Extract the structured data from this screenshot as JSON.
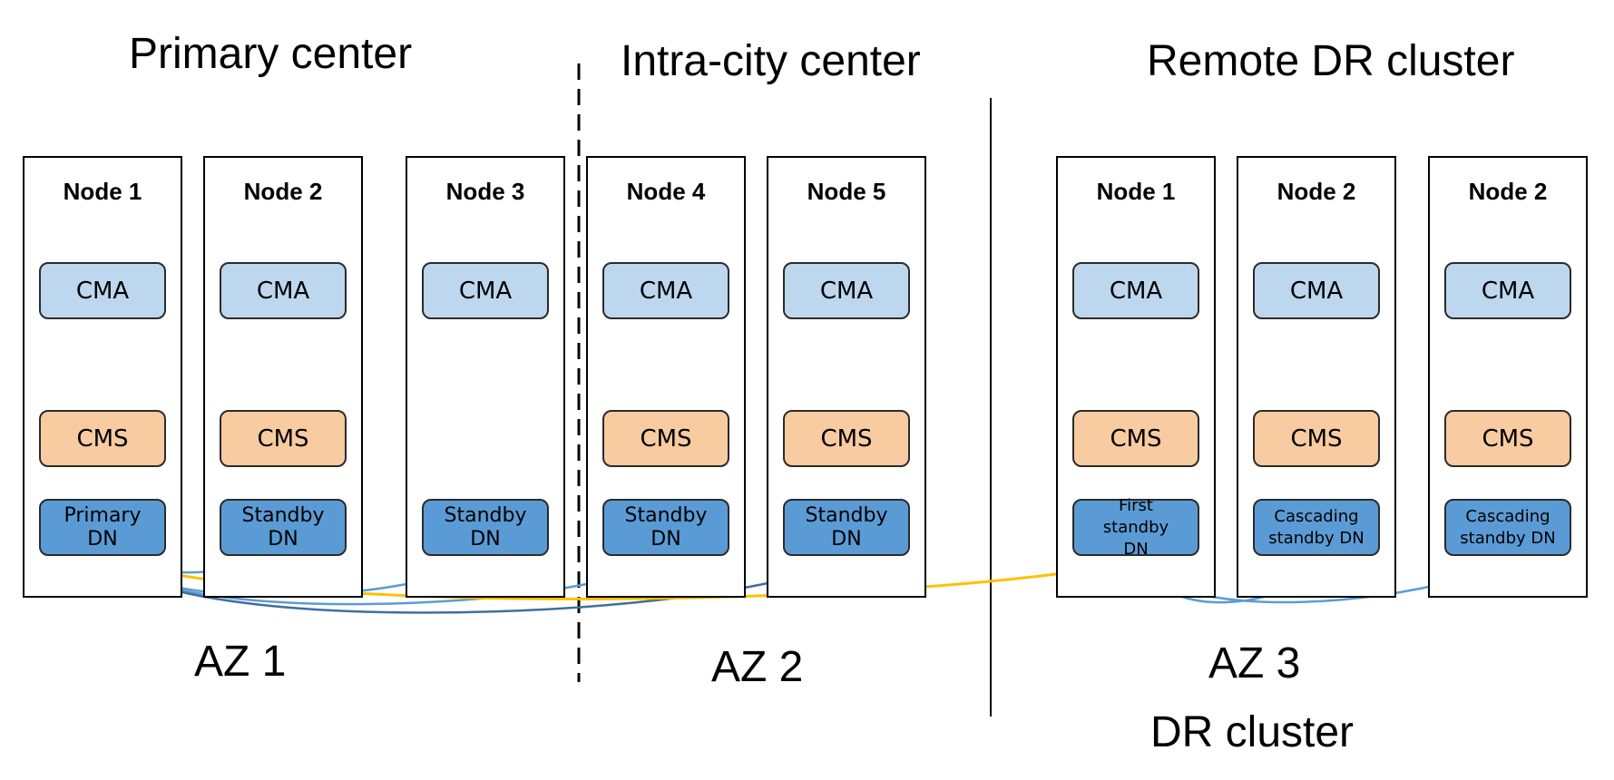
{
  "regions": {
    "primary": "Primary center",
    "intra_city": "Intra-city center",
    "remote": "Remote DR cluster"
  },
  "az_labels": {
    "az1": "AZ 1",
    "az2": "AZ 2",
    "az3": "AZ 3",
    "dr": "DR cluster"
  },
  "components": {
    "cma": "CMA",
    "cms": "CMS"
  },
  "nodes": [
    {
      "name": "Node 1",
      "dn": "Primary DN"
    },
    {
      "name": "Node 2",
      "dn": "Standby DN"
    },
    {
      "name": "Node 3",
      "dn": "Standby DN"
    },
    {
      "name": "Node 4",
      "dn": "Standby DN"
    },
    {
      "name": "Node 5",
      "dn": "Standby DN"
    },
    {
      "name": "Node 1",
      "dn": "First standby DN"
    },
    {
      "name": "Node 2",
      "dn": "Cascading standby DN"
    },
    {
      "name": "Node 2",
      "dn": "Cascading standby DN"
    }
  ],
  "colors": {
    "cma_fill": "#bdd7ee",
    "cms_fill": "#f8cba0",
    "dn_fill": "#5b9bd5",
    "replication_arrow": "#5b9bd5",
    "dr_arrow": "#ffc000"
  }
}
